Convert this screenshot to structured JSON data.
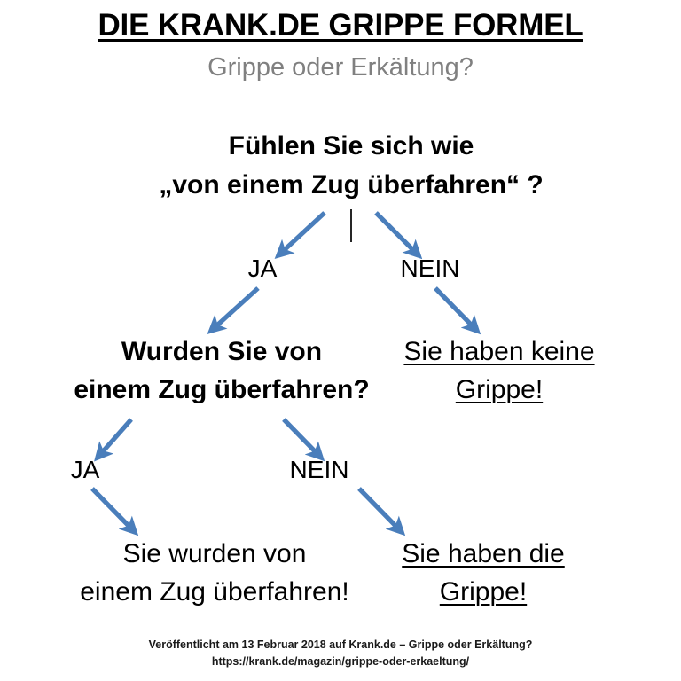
{
  "header": {
    "title": "DIE KRANK.DE GRIPPE FORMEL",
    "subtitle": "Grippe oder Erkältung?"
  },
  "colors": {
    "arrow_blue": "#4A7EBB",
    "title_black": "#000000",
    "subtitle_gray": "#808080",
    "background": "#FFFFFF"
  },
  "flowchart": {
    "type": "decision-tree",
    "root_question": {
      "line1": "Fühlen Sie sich wie",
      "line2": "„von einem Zug überfahren“ ?"
    },
    "level1_labels": {
      "yes": "JA",
      "no": "NEIN"
    },
    "second_question": {
      "line1": "Wurden Sie von",
      "line2": "einem Zug überfahren?"
    },
    "no_outcome": {
      "line1": "Sie haben keine",
      "line2": "Grippe!"
    },
    "level2_labels": {
      "yes": "JA",
      "no": "NEIN"
    },
    "yes_outcome": {
      "line1": "Sie wurden von",
      "line2": "einem Zug überfahren!"
    },
    "flu_outcome": {
      "line1": "Sie haben die",
      "line2": "Grippe!"
    }
  },
  "footer": {
    "line1": "Veröffentlicht am 13 Februar 2018 auf Krank.de – Grippe oder Erkältung?",
    "line2": "https://krank.de/magazin/grippe-oder-erkaeltung/"
  }
}
